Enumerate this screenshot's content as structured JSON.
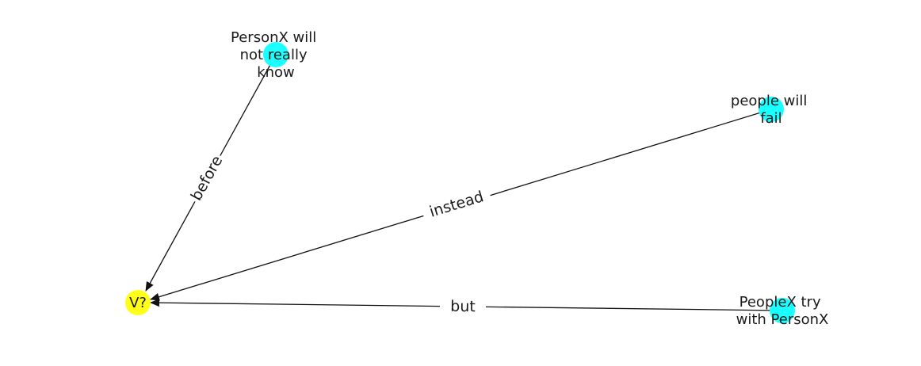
{
  "graph": {
    "nodes": [
      {
        "id": "v",
        "label": [
          "V?"
        ],
        "color": "#ffff1a"
      },
      {
        "id": "personx_know",
        "label": [
          "PersonX will",
          "not really",
          "know"
        ],
        "color": "#1affff"
      },
      {
        "id": "people_fail",
        "label": [
          "people will",
          "fail"
        ],
        "color": "#1affff"
      },
      {
        "id": "peoplex_try",
        "label": [
          "PeopleX try",
          "with PersonX"
        ],
        "color": "#1affff"
      }
    ],
    "edges": [
      {
        "id": "e_before",
        "source": "personx_know",
        "target": "v",
        "label": "before"
      },
      {
        "id": "e_instead",
        "source": "people_fail",
        "target": "v",
        "label": "instead"
      },
      {
        "id": "e_but",
        "source": "peoplex_try",
        "target": "v",
        "label": "but"
      }
    ],
    "edge_color": "#111111"
  }
}
